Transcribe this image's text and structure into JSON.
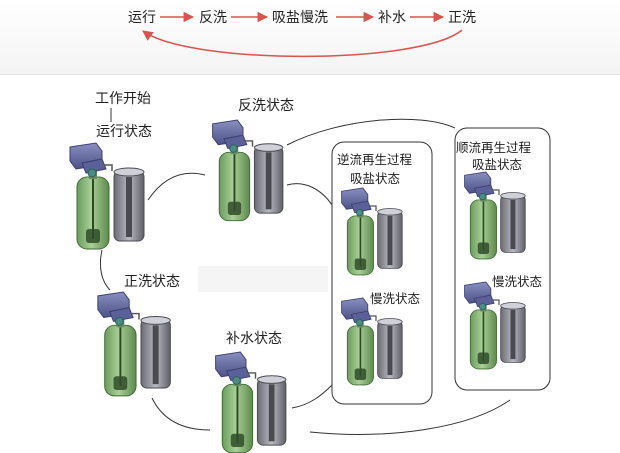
{
  "process_flow": {
    "steps": [
      "运行",
      "反洗",
      "吸盐慢洗",
      "补水",
      "正洗"
    ],
    "accent_color": "#d9534f"
  },
  "labels": {
    "start": "工作开始",
    "running": "运行状态",
    "backwash": "反洗状态",
    "counterflow_group": "逆流再生过程",
    "counterflow_brine": "吸盐状态",
    "counterflow_slow": "慢洗状态",
    "coflow_group": "顺流再生过程",
    "coflow_brine": "吸盐状态",
    "coflow_slow": "慢洗状态",
    "rinse": "正洗状态",
    "refill": "补水状态"
  }
}
